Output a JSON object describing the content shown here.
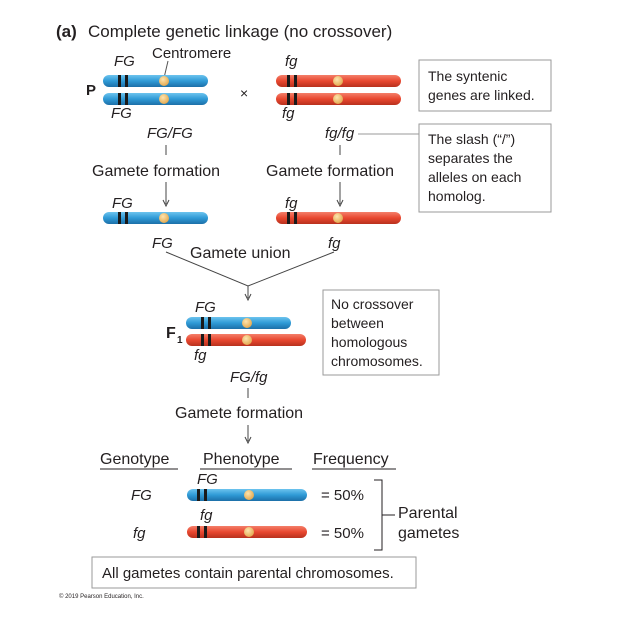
{
  "title": {
    "part": "(a)",
    "text": "Complete genetic linkage (no crossover)"
  },
  "labels": {
    "centromere": "Centromere",
    "p": "P",
    "cross": "×",
    "f1_letter": "F",
    "f1_sub": "1",
    "gamete_formation": "Gamete formation",
    "gamete_union": "Gamete union"
  },
  "alleles": {
    "FG": "FG",
    "fg": "fg",
    "FG_FG": "FG/FG",
    "fg_fg": "fg/fg",
    "FG_fg": "FG/fg"
  },
  "notes": {
    "syntenic": [
      "The syntenic",
      "genes are linked."
    ],
    "slash": [
      "The slash (“/”)",
      "separates the",
      "alleles on each",
      "homolog."
    ],
    "nocross": [
      "No crossover",
      "between",
      "homologous",
      "chromosomes."
    ],
    "bottom": "All gametes contain parental chromosomes."
  },
  "table": {
    "headers": [
      "Genotype",
      "Phenotype",
      "Frequency"
    ],
    "rows": [
      {
        "genotype": "FG",
        "allele_label": "FG",
        "frequency": "= 50%"
      },
      {
        "genotype": "fg",
        "allele_label": "fg",
        "frequency": "= 50%"
      }
    ],
    "bracket_label": [
      "Parental",
      "gametes"
    ]
  },
  "copyright": "© 2019 Pearson Education, Inc.",
  "colors": {
    "blue": "#2f9ad6",
    "blue_dark": "#1c6fa8",
    "red": "#e8472f",
    "red_dark": "#b8311d",
    "centromere": "#f5c16a",
    "band": "#1a1a1a"
  }
}
